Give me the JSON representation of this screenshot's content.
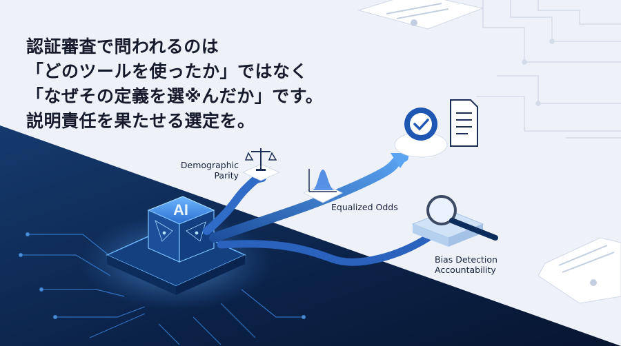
{
  "headline": {
    "line1": "認証審査で問われるのは",
    "line2": "「どのツールを使ったか」ではなく",
    "line3": "「なぜその定義を選※んだか」です。",
    "line4": "説明責任を果たせる選定を。"
  },
  "ai_chip": {
    "label": "AI"
  },
  "metrics": {
    "demographic_parity": {
      "line1": "Demographic",
      "line2": "Parity"
    },
    "equalized_odds": {
      "label": "Equalized Odds"
    },
    "bias_detection": {
      "line1": "Bias Detection",
      "line2": "Accountability"
    }
  },
  "icons": {
    "chip": "ai-chip-icon",
    "scale": "balance-scale-icon",
    "curve": "bell-curve-icon",
    "badge": "check-badge-icon",
    "document": "document-icon",
    "magnifier": "magnifier-icon"
  },
  "colors": {
    "background": "#eef2f8",
    "dark_panel": "#0e2a54",
    "accent": "#3b7fe0",
    "glow": "#7ec8ff",
    "text": "#151b2c"
  }
}
